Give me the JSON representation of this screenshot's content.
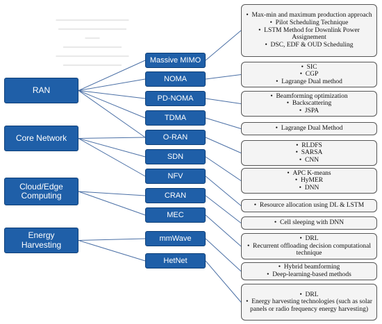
{
  "categories": [
    {
      "id": "ran",
      "label": "RAN"
    },
    {
      "id": "core",
      "label": "Core Network"
    },
    {
      "id": "cloud",
      "label": "Cloud/Edge Computing"
    },
    {
      "id": "energy",
      "label": "Energy Harvesting"
    }
  ],
  "technologies": [
    {
      "id": "massive-mimo",
      "label": "Massive MIMO"
    },
    {
      "id": "noma",
      "label": "NOMA"
    },
    {
      "id": "pd-noma",
      "label": "PD-NOMA"
    },
    {
      "id": "tdma",
      "label": "TDMA"
    },
    {
      "id": "o-ran",
      "label": "O-RAN"
    },
    {
      "id": "sdn",
      "label": "SDN"
    },
    {
      "id": "nfv",
      "label": "NFV"
    },
    {
      "id": "cran",
      "label": "CRAN"
    },
    {
      "id": "mec",
      "label": "MEC"
    },
    {
      "id": "mmwave",
      "label": "mmWave"
    },
    {
      "id": "hetnet",
      "label": "HetNet"
    }
  ],
  "methods": [
    {
      "id": "m1",
      "items": [
        "Max-min and maximum production approach",
        "Pilot Scheduling Technique",
        "LSTM Method for Downlink Power Assignement",
        "DSC, EDF & OUD Scheduling"
      ]
    },
    {
      "id": "m2",
      "items": [
        "SIC",
        "CGP",
        "Lagrange Dual method"
      ]
    },
    {
      "id": "m3",
      "items": [
        "Beamforming optimization",
        "Backscattering",
        "JSPA"
      ]
    },
    {
      "id": "m4",
      "items": [
        "Lagrange Dual Method"
      ]
    },
    {
      "id": "m5",
      "items": [
        "RLDFS",
        "SARSA",
        "CNN"
      ]
    },
    {
      "id": "m6",
      "items": [
        "APC K-means",
        "HyMER",
        "DNN"
      ]
    },
    {
      "id": "m7",
      "items": [
        "Resource allocation using DL & LSTM"
      ]
    },
    {
      "id": "m8",
      "items": [
        "Cell sleeping with DNN"
      ]
    },
    {
      "id": "m9",
      "items": [
        "DRL",
        "Recurrent offloading decision computational technique"
      ]
    },
    {
      "id": "m10",
      "items": [
        "Hybrid beamforming",
        "Deep-learning-based methods"
      ]
    },
    {
      "id": "m11",
      "items": [
        "DRL",
        "Energy harvesting technologies (such as solar panels or radio frequency energy harvesting)"
      ]
    }
  ],
  "category_links": [
    [
      "ran",
      "massive-mimo"
    ],
    [
      "ran",
      "noma"
    ],
    [
      "ran",
      "pd-noma"
    ],
    [
      "ran",
      "tdma"
    ],
    [
      "ran",
      "o-ran"
    ],
    [
      "core",
      "o-ran"
    ],
    [
      "core",
      "sdn"
    ],
    [
      "core",
      "nfv"
    ],
    [
      "cloud",
      "cran"
    ],
    [
      "cloud",
      "mec"
    ],
    [
      "energy",
      "mmwave"
    ],
    [
      "energy",
      "hetnet"
    ]
  ],
  "method_links": [
    [
      "massive-mimo",
      "m1"
    ],
    [
      "noma",
      "m2"
    ],
    [
      "pd-noma",
      "m3"
    ],
    [
      "tdma",
      "m4"
    ],
    [
      "o-ran",
      "m5"
    ],
    [
      "sdn",
      "m6"
    ],
    [
      "nfv",
      "m7"
    ],
    [
      "cran",
      "m8"
    ],
    [
      "mec",
      "m9"
    ],
    [
      "mmwave",
      "m10"
    ],
    [
      "hetnet",
      "m11"
    ]
  ],
  "colors": {
    "node_fill": "#1f5fa8",
    "node_text": "#ffffff",
    "connector": "#4a6fa5",
    "method_fill": "#f4f4f4",
    "method_border": "#555555"
  }
}
